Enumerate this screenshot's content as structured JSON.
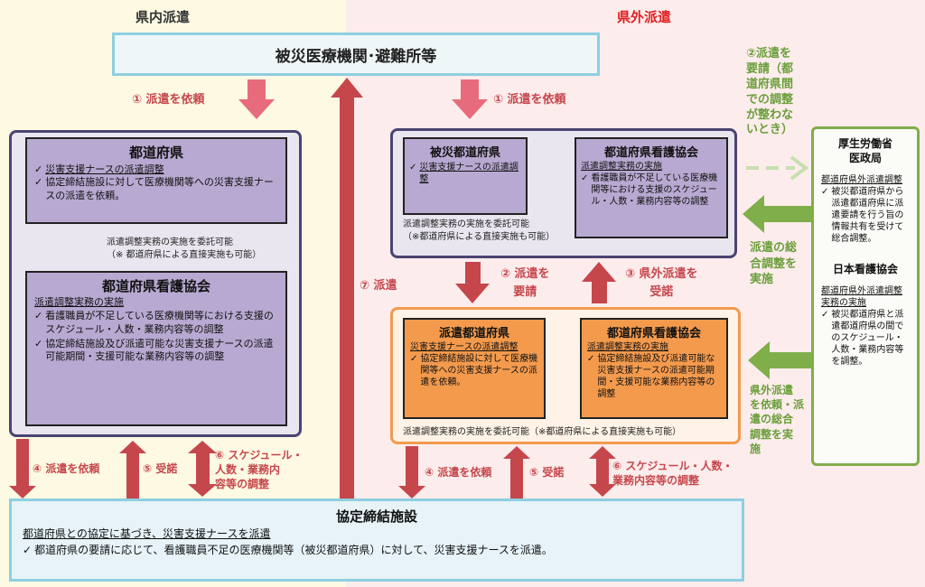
{
  "header": {
    "left_title": "県内派遣",
    "right_title": "県外派遣"
  },
  "top_box": {
    "label": "被災医療機関･避難所等"
  },
  "arrows": {
    "left_request": "① 派遣を依頼",
    "right_request": "① 派遣を依頼",
    "dispatch": "⑦ 派遣",
    "request_dispatch_l1": "② 派遣を",
    "request_dispatch_l2": "要請",
    "accept_out_l1": "③ 県外派遣を",
    "accept_out_l2": "受諾",
    "mhlw_request_lines": [
      "②派遣を",
      "要請（都",
      "道府県間",
      "での調整",
      "が整わな",
      "いとき）"
    ],
    "total_coord_lines": [
      "派遣の総",
      "合調整を",
      "実施"
    ],
    "out_coord_lines": [
      "県外派遣",
      "を依頼・派",
      "遣の総合",
      "調整を実",
      "施"
    ],
    "left_bottom_request": "④ 派遣を依頼",
    "left_bottom_accept": "⑤ 受諾",
    "left_bottom_schedule_lines": [
      "⑥ スケジュール・",
      "人数・業務内",
      "容等の調整"
    ],
    "right_bottom_request": "④ 派遣を依頼",
    "right_bottom_accept": "⑤ 受諾",
    "right_bottom_schedule_lines": [
      "⑥ スケジュール・人数・",
      "業務内容等の調整"
    ]
  },
  "left_panel": {
    "pref": {
      "title": "都道府県",
      "item1": "災害支援ナースの派遣調整",
      "item2": "協定締結施設に対して医療機関等への災害支援ナースの派遣を依頼。"
    },
    "delegate_note_l1": "派遣調整実務の実施を委託可能",
    "delegate_note_l2": "（※ 都道府県による直接実施も可能）",
    "nurse": {
      "title": "都道府県看護協会",
      "subtitle": "派遣調整実務の実施",
      "item1": "看護職員が不足している医療機関等における支援のスケジュール・人数・業務内容等の調整",
      "item2": "協定締結施設及び派遣可能な災害支援ナースの派遣可能期間・支援可能な業務内容等の調整"
    }
  },
  "right_upper": {
    "pref": {
      "title": "被災都道府県",
      "item1": "災害支援ナースの派遣調整"
    },
    "nurse": {
      "title": "都道府県看護協会",
      "subtitle": "派遣調整実務の実施",
      "item1": "看護職員が不足している医療機関等における支援のスケジュール・人数・業務内容等の調整"
    },
    "delegate_note_l1": "派遣調整実務の実施を委託可能",
    "delegate_note_l2": "（※都道府県による直接実施も可能）"
  },
  "right_lower": {
    "pref": {
      "title": "派遣都道府県",
      "item1": "災害支援ナースの派遣調整",
      "item2": "協定締結施設に対して医療機関等への災害支援ナースの派遣を依頼。"
    },
    "nurse": {
      "title": "都道府県看護協会",
      "subtitle": "派遣調整実務の実施",
      "item1": "協定締結施設及び派遣可能な災害支援ナースの派遣可能期間・支援可能な業務内容等の調整"
    },
    "delegate_note": "派遣調整実務の実施を委託可能（※都道府県による直接実施も可能）"
  },
  "green_box": {
    "mhlw_title_l1": "厚生労働省",
    "mhlw_title_l2": "医政局",
    "mhlw_subtitle": "都道府県外派遣調整",
    "mhlw_item": "被災都道府県から派遣都道府県に派遣要請を行う旨の情報共有を受けて総合調整。",
    "jna_title": "日本看護協会",
    "jna_subtitle": "都道府県外派遣調整実務の実施",
    "jna_item": "被災都道府県と派遣都道府県の間でのスケジュール・人数・業務内容等を調整。"
  },
  "bottom_box": {
    "title": "協定締結施設",
    "subtitle": "都道府県との協定に基づき、災害支援ナースを派遣",
    "item": "都道府県の要請に応じて、看護職員不足の医療機関等（被災都道府県）に対して、災害支援ナースを派遣。"
  },
  "colors": {
    "red_arrow": "#c5474c",
    "pink_arrow": "#e86b7c",
    "green_arrow": "#7fae4a",
    "purple_box": "#b7a9d1",
    "orange_box": "#f39a4d",
    "panel_border": "#4a4472",
    "light_blue_border": "#8ecfe0"
  }
}
